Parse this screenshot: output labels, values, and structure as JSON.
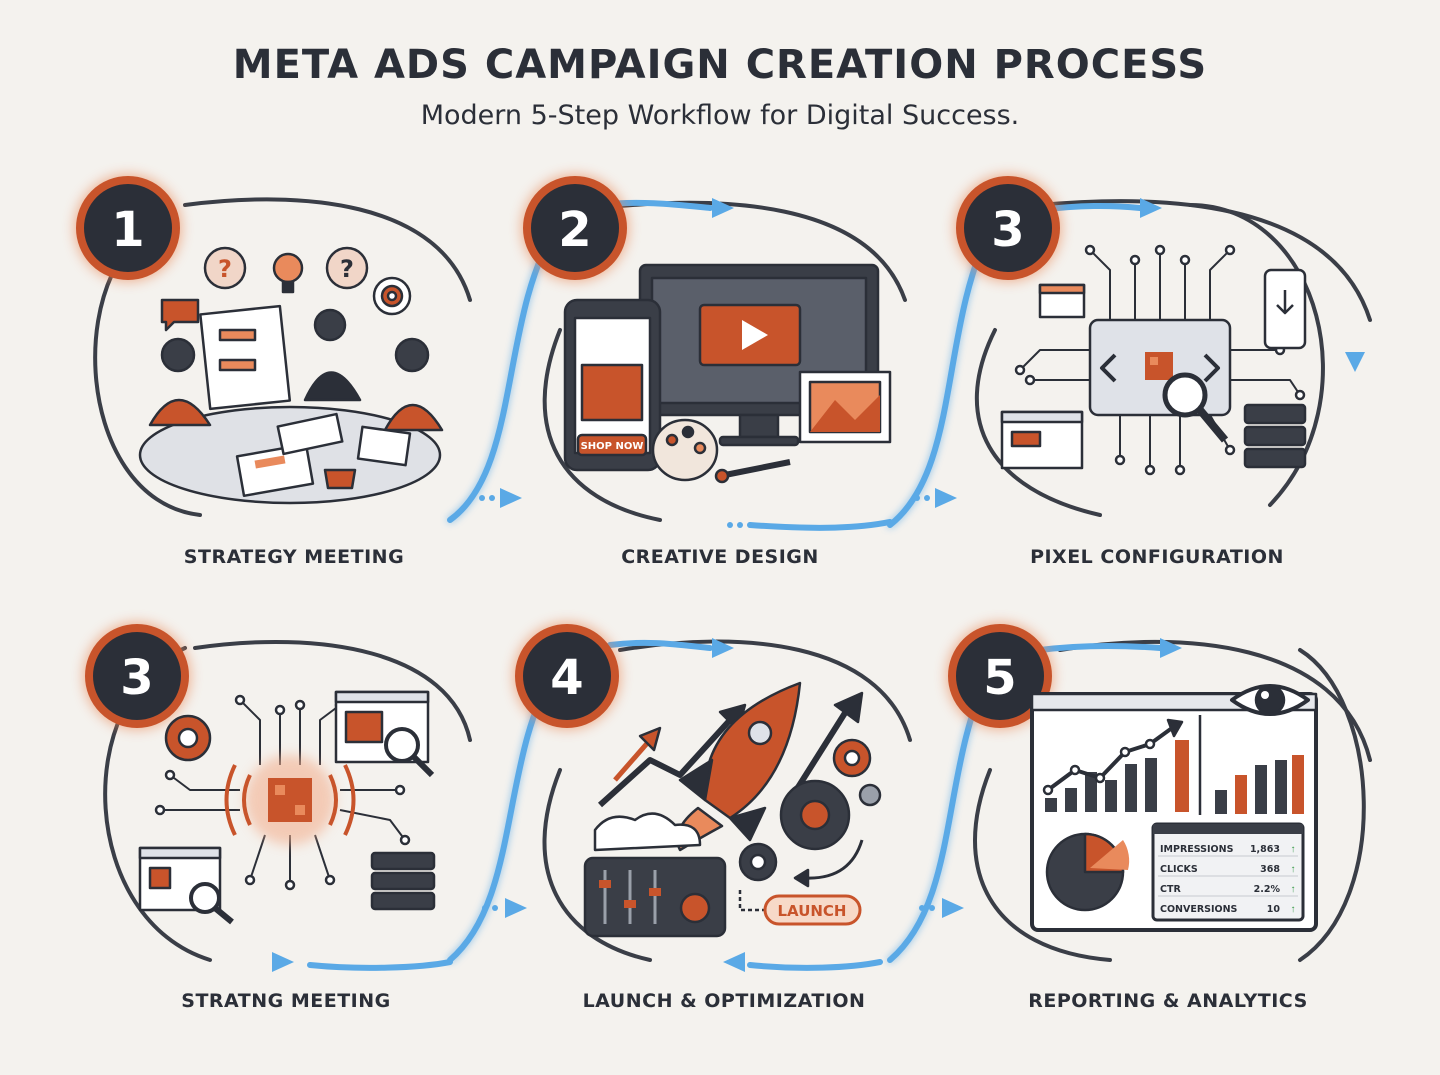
{
  "header": {
    "title": "META ADS CAMPAIGN CREATION PROCESS",
    "subtitle": "Modern 5-Step Workflow for Digital Success."
  },
  "steps": [
    {
      "number": "1",
      "label": "STRATEGY MEETING"
    },
    {
      "number": "2",
      "label": "CREATIVE DESIGN"
    },
    {
      "number": "3",
      "label": "PIXEL CONFIGURATION"
    },
    {
      "number": "3",
      "label": "STRATNG MEETING"
    },
    {
      "number": "4",
      "label": "LAUNCH & OPTIMIZATION"
    },
    {
      "number": "5",
      "label": "REPORTING & ANALYTICS"
    }
  ],
  "creative": {
    "cta": "SHOP NOW"
  },
  "launch": {
    "button": "LAUNCH"
  },
  "analytics": {
    "metrics": [
      {
        "name": "IMPRESSIONS",
        "value": "1,863"
      },
      {
        "name": "CLICKS",
        "value": "368"
      },
      {
        "name": "CTR",
        "value": "2.2%"
      },
      {
        "name": "CONVERSIONS",
        "value": "10"
      }
    ]
  },
  "colors": {
    "accent": "#c8542b",
    "dark": "#2b2f38",
    "flow": "#5aa9e6",
    "background": "#f4f2ee"
  }
}
